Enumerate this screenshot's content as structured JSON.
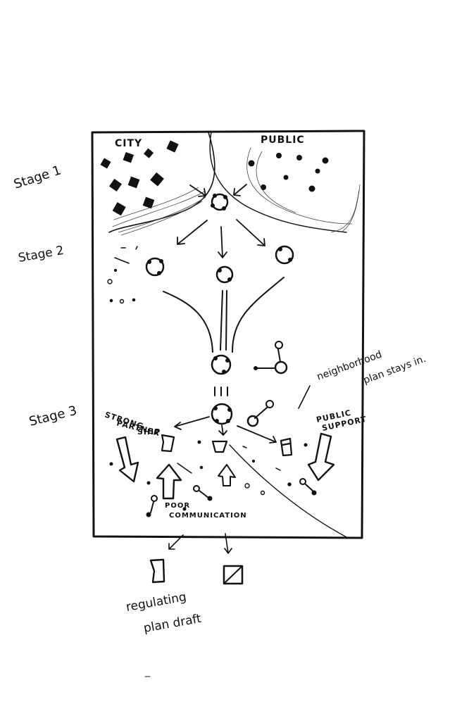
{
  "labels": {
    "city": "CITY",
    "public": "PUBLIC",
    "stage1": "Stage 1",
    "stage2": "Stage 2",
    "stage3": "Stage 3",
    "strong_partnership_line1": "STRONG",
    "strong_partnership_line2": "PARTNER",
    "strong_partnership_line3": "SHIP",
    "public_support_line1": "PUBLIC",
    "public_support_line2": "SUPPORT",
    "neighborhood_line1": "neighborhood",
    "neighborhood_line2": "plan stays in.",
    "poor_communication_line1": "POOR",
    "poor_communication_line2": "COMMUNICATION",
    "regulating_line1": "regulating",
    "regulating_line2": "plan draft"
  }
}
